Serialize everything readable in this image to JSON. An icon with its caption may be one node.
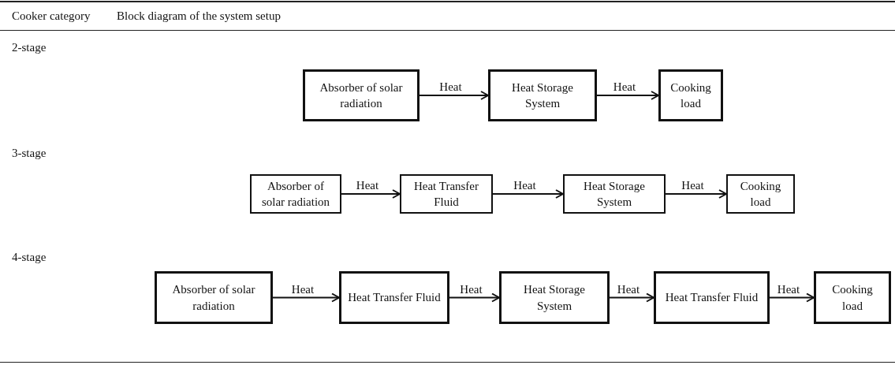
{
  "diagram": {
    "nodes": [
      {
        "text": [
          "Absorber of solar radiation"
        ]
      },
      {
        "text": [
          "Heat Storage System"
        ]
      },
      {
        "text": [
          "Cooking load"
        ]
      },
      {
        "text": [
          "Absorber of solar radiation"
        ]
      },
      {
        "text": [
          "Heat Transfer Fluid"
        ]
      },
      {
        "text": [
          "Heat Storage System"
        ]
      },
      {
        "text": [
          "Cooking load"
        ]
      },
      {
        "text": [
          "Absorber of solar radiation"
        ]
      },
      {
        "text": [
          "Heat Transfer Fluid"
        ]
      },
      {
        "text": [
          "Heat Storage System"
        ]
      },
      {
        "text": [
          "Heat Transfer Fluid"
        ]
      },
      {
        "text": [
          "Cooking load"
        ]
      }
    ],
    "edges": [
      {
        "from": 0,
        "to": 1,
        "arrow": "to",
        "label": "Heat"
      },
      {
        "from": 1,
        "to": 2,
        "arrow": "to",
        "label": "Heat"
      },
      {
        "from": 3,
        "to": 4,
        "arrow": "to",
        "label": "Heat"
      },
      {
        "from": 4,
        "to": 5,
        "arrow": "to",
        "label": "Heat"
      },
      {
        "from": 5,
        "to": 6,
        "arrow": "to",
        "label": "Heat"
      },
      {
        "from": 7,
        "to": 8,
        "arrow": "to",
        "label": "Heat"
      },
      {
        "from": 8,
        "to": 9,
        "arrow": "to",
        "label": "Heat"
      },
      {
        "from": 9,
        "to": 10,
        "arrow": "to",
        "label": "Heat"
      },
      {
        "from": 10,
        "to": 11,
        "arrow": "to",
        "label": "Heat"
      }
    ],
    "labels": [
      "Cooker category",
      "Block diagram of the system setup",
      "2-stage",
      "3-stage",
      "4-stage"
    ]
  }
}
